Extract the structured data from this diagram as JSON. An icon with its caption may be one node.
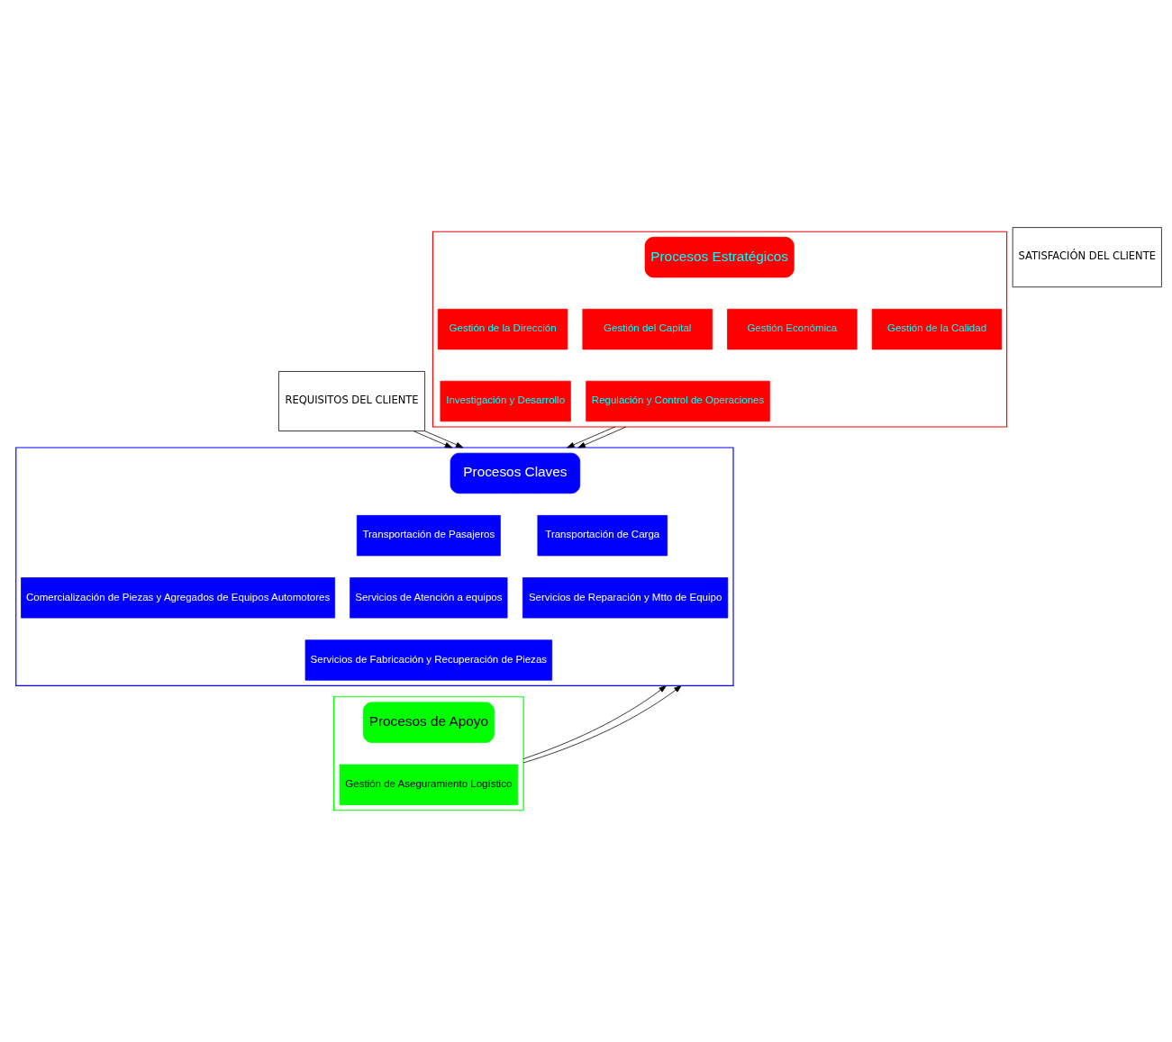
{
  "diagram": {
    "nodes": [
      {
        "text": [
          "REQUISITOS DEL CLIENTE"
        ]
      },
      {
        "text": [],
        "shape": "box"
      },
      {
        "text": [
          "Procesos Estratégicos"
        ],
        "in": 1
      },
      {
        "text": [
          "Gestión de la Dirección"
        ],
        "in": 1
      },
      {
        "text": [
          "Gestión del Capital"
        ],
        "in": 1
      },
      {
        "text": [
          "Gestión Económica"
        ],
        "in": 1
      },
      {
        "text": [
          "Gestión de la Calidad"
        ],
        "in": 1
      },
      {
        "text": [
          "Investigación y Desarrollo"
        ],
        "in": 1
      },
      {
        "text": [
          "Regulación y Control de Operaciones"
        ],
        "in": 1
      },
      {
        "text": [],
        "shape": "box"
      },
      {
        "text": [
          "Procesos Claves"
        ],
        "in": 9
      },
      {
        "text": [
          "Transportación de Pasajeros"
        ],
        "in": 9
      },
      {
        "text": [
          "Transportación de Carga"
        ],
        "in": 9
      },
      {
        "text": [
          "Comercialización de Piezas y Agregados de Equipos Automotores"
        ],
        "in": 9
      },
      {
        "text": [
          "Servicios de Atención a equipos"
        ],
        "in": 9
      },
      {
        "text": [
          "Servicios de Reparación y Mtto de Equipo"
        ],
        "in": 9
      },
      {
        "text": [
          "Servicios de Fabricación y Recuperación de Piezas"
        ],
        "in": 9
      },
      {
        "text": [],
        "shape": "box"
      },
      {
        "text": [
          "Procesos de Apoyo"
        ],
        "in": 17
      },
      {
        "text": [
          "Gestión de Aseguramiento Logístico"
        ],
        "in": 17
      },
      {
        "text": [
          "SATISFACIÓN DEL CLIENTE"
        ]
      }
    ],
    "edges": [
      {
        "from": 1,
        "to": 9,
        "arrow": "to"
      },
      {
        "from": 1,
        "to": 9,
        "arrow": "to"
      },
      {
        "from": 0,
        "to": 9,
        "arrow": "to"
      },
      {
        "from": 0,
        "to": 9,
        "arrow": "to"
      },
      {
        "from": 17,
        "to": 9,
        "arrow": "to"
      },
      {
        "from": 17,
        "to": 9,
        "arrow": "to"
      }
    ]
  }
}
